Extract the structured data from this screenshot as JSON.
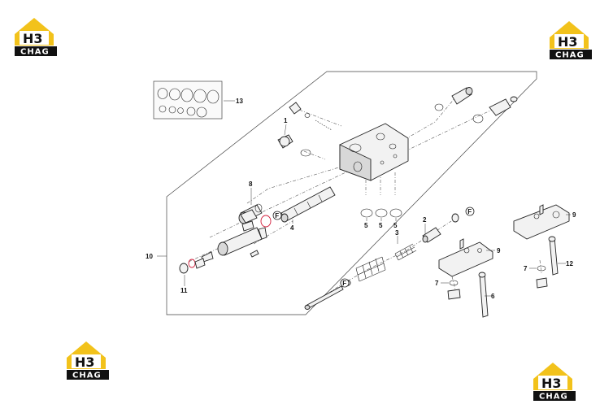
{
  "brand": {
    "logo_top": "H3",
    "logo_bottom": "CHAG",
    "colors": {
      "yellow": "#f2c21b",
      "dark": "#111111",
      "ring_mark": "#d21f3c"
    }
  },
  "callouts": {
    "c1": "1",
    "c2": "2",
    "c3": "3",
    "c4": "4",
    "c5a": "5",
    "c5b": "5",
    "c5c": "5",
    "c6": "6",
    "c7a": "7",
    "c7b": "7",
    "c8": "8",
    "c9a": "9",
    "c9b": "9",
    "c10": "10",
    "c11": "11",
    "c12": "12",
    "c13": "13",
    "fa": "F",
    "fb": "F",
    "fc": "F"
  }
}
